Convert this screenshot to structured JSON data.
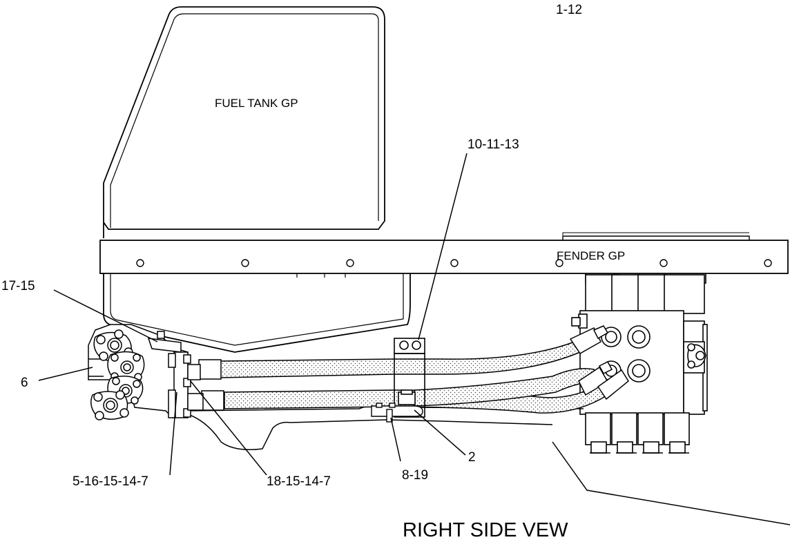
{
  "drawing": {
    "view_title": "RIGHT SIDE VEW",
    "component_labels": {
      "fuel_tank": "FUEL TANK GP",
      "fender": "FENDER GP"
    },
    "callouts": {
      "top_right": "1-12",
      "clamp_top": "10-11-13",
      "left_upper": "17-15",
      "left_mid": "6",
      "bottom_left": "5-16-15-14-7",
      "bottom_mid": "18-15-14-7",
      "bracket_bolt": "8-19",
      "bracket": "2"
    },
    "line_color": "#000000",
    "hose_fill": "#f4f4f4"
  }
}
